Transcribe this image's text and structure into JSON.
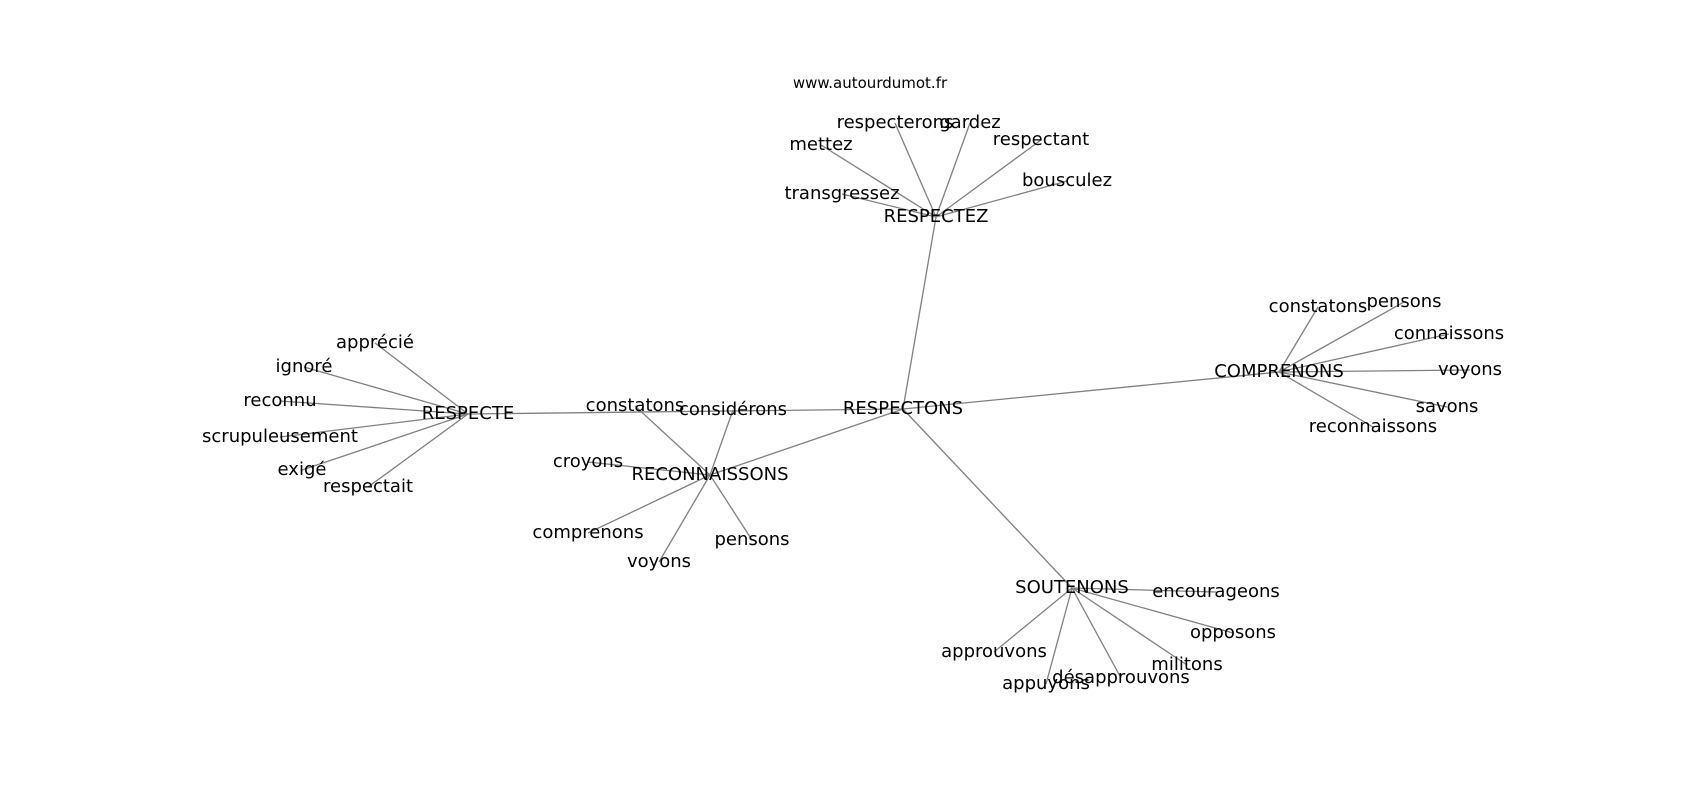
{
  "source_credit": "www.autourdumot.fr",
  "graph": {
    "nodes": [
      {
        "id": "respectons",
        "label": "RESPECTONS"
      },
      {
        "id": "respectez",
        "label": "RESPECTEZ"
      },
      {
        "id": "comprenons_hub",
        "label": "COMPRENONS"
      },
      {
        "id": "soutenons",
        "label": "SOUTENONS"
      },
      {
        "id": "reconnaissons_hub",
        "label": "RECONNAISSONS"
      },
      {
        "id": "respecte",
        "label": "RESPECTE"
      },
      {
        "id": "respecterons",
        "label": "respecterons"
      },
      {
        "id": "gardez",
        "label": "gardez"
      },
      {
        "id": "mettez",
        "label": "mettez"
      },
      {
        "id": "respectant",
        "label": "respectant"
      },
      {
        "id": "bousculez",
        "label": "bousculez"
      },
      {
        "id": "transgressez",
        "label": "transgressez"
      },
      {
        "id": "c_constatons",
        "label": "constatons"
      },
      {
        "id": "c_pensons",
        "label": "pensons"
      },
      {
        "id": "c_connaissons",
        "label": "connaissons"
      },
      {
        "id": "c_voyons",
        "label": "voyons"
      },
      {
        "id": "c_savons",
        "label": "savons"
      },
      {
        "id": "c_reconnaissons",
        "label": "reconnaissons"
      },
      {
        "id": "encourageons",
        "label": "encourageons"
      },
      {
        "id": "opposons",
        "label": "opposons"
      },
      {
        "id": "militons",
        "label": "militons"
      },
      {
        "id": "desapprouvons",
        "label": "désapprouvons"
      },
      {
        "id": "appuyons",
        "label": "appuyons"
      },
      {
        "id": "approuvons",
        "label": "approuvons"
      },
      {
        "id": "r_constatons",
        "label": "constatons"
      },
      {
        "id": "considerons",
        "label": "considérons"
      },
      {
        "id": "croyons",
        "label": "croyons"
      },
      {
        "id": "r_comprenons",
        "label": "comprenons"
      },
      {
        "id": "r_voyons",
        "label": "voyons"
      },
      {
        "id": "r_pensons",
        "label": "pensons"
      },
      {
        "id": "apprecie",
        "label": "apprécié"
      },
      {
        "id": "ignore",
        "label": "ignoré"
      },
      {
        "id": "reconnu",
        "label": "reconnu"
      },
      {
        "id": "scrupuleusement",
        "label": "scrupuleusement"
      },
      {
        "id": "exige",
        "label": "exigé"
      },
      {
        "id": "respectait",
        "label": "respectait"
      }
    ],
    "edges": [
      [
        "respectons",
        "respectez"
      ],
      [
        "respectons",
        "comprenons_hub"
      ],
      [
        "respectons",
        "soutenons"
      ],
      [
        "respectons",
        "reconnaissons_hub"
      ],
      [
        "respectons",
        "respecte"
      ],
      [
        "respectez",
        "respecterons"
      ],
      [
        "respectez",
        "gardez"
      ],
      [
        "respectez",
        "mettez"
      ],
      [
        "respectez",
        "respectant"
      ],
      [
        "respectez",
        "bousculez"
      ],
      [
        "respectez",
        "transgressez"
      ],
      [
        "comprenons_hub",
        "c_constatons"
      ],
      [
        "comprenons_hub",
        "c_pensons"
      ],
      [
        "comprenons_hub",
        "c_connaissons"
      ],
      [
        "comprenons_hub",
        "c_voyons"
      ],
      [
        "comprenons_hub",
        "c_savons"
      ],
      [
        "comprenons_hub",
        "c_reconnaissons"
      ],
      [
        "soutenons",
        "encourageons"
      ],
      [
        "soutenons",
        "opposons"
      ],
      [
        "soutenons",
        "militons"
      ],
      [
        "soutenons",
        "desapprouvons"
      ],
      [
        "soutenons",
        "appuyons"
      ],
      [
        "soutenons",
        "approuvons"
      ],
      [
        "reconnaissons_hub",
        "r_constatons"
      ],
      [
        "reconnaissons_hub",
        "considerons"
      ],
      [
        "reconnaissons_hub",
        "croyons"
      ],
      [
        "reconnaissons_hub",
        "r_comprenons"
      ],
      [
        "reconnaissons_hub",
        "r_voyons"
      ],
      [
        "reconnaissons_hub",
        "r_pensons"
      ],
      [
        "respecte",
        "apprecie"
      ],
      [
        "respecte",
        "ignore"
      ],
      [
        "respecte",
        "reconnu"
      ],
      [
        "respecte",
        "scrupuleusement"
      ],
      [
        "respecte",
        "exige"
      ],
      [
        "respecte",
        "respectait"
      ]
    ]
  }
}
